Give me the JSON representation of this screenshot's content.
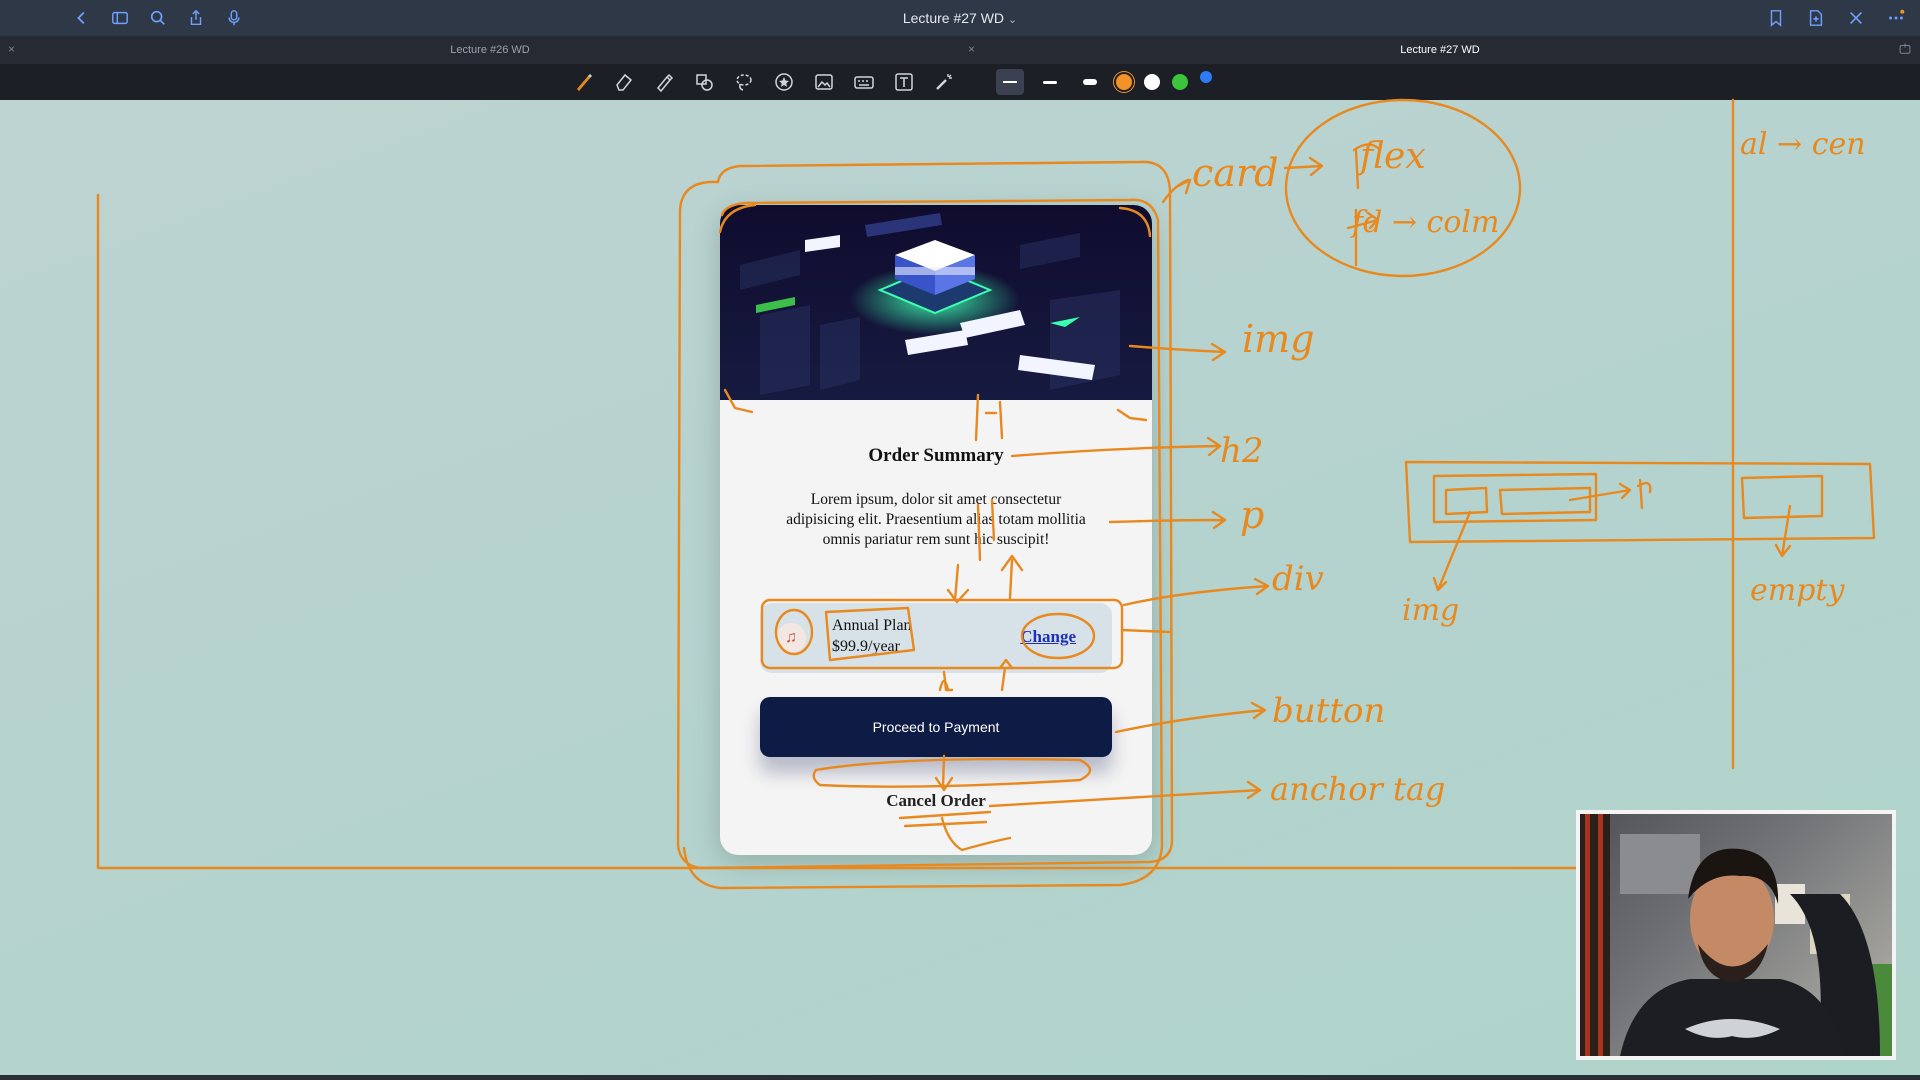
{
  "titlebar": {
    "title": "Lecture #27 WD",
    "title_chevron": "⌄",
    "icons_left": [
      "back-icon",
      "sidebar-toggle-icon",
      "search-icon",
      "share-icon",
      "microphone-icon"
    ],
    "icons_right": [
      "bookmark-icon",
      "export-icon",
      "close-icon",
      "more-icon"
    ]
  },
  "tabs": [
    {
      "label": "Lecture #26 WD",
      "active": false,
      "close": "×"
    },
    {
      "label": "Lecture #27 WD",
      "active": true,
      "close": "×"
    }
  ],
  "toolbar": {
    "tools": [
      "pen-icon",
      "eraser-icon",
      "highlighter-icon",
      "shapes-icon",
      "lasso-icon",
      "sticker-icon",
      "image-icon",
      "keyboard-icon",
      "text-box-icon",
      "laser-pointer-icon"
    ],
    "line_widths": [
      "thin",
      "medium",
      "thick"
    ],
    "colors": [
      "#f39226",
      "#ffffff",
      "#3cc43a",
      "#2d7cf6"
    ]
  },
  "card": {
    "title": "Order Summary",
    "description": "Lorem ipsum, dolor sit amet consectetur adipisicing elit. Praesentium alias totam mollitia omnis pariatur rem sunt hic suscipit!",
    "plan_name": "Annual Plan",
    "plan_price": "$99.9/year",
    "change_label": "Change",
    "pay_button": "Proceed to Payment",
    "cancel_label": "Cancel Order"
  },
  "handwritten_notes": {
    "card_label": "card",
    "flex_note": "flex",
    "fd_note": "fd → colm",
    "align_note": "al → cen",
    "img_label": "img",
    "h2_label": "h2",
    "p_label": "p",
    "div_label": "div",
    "button_label": "button",
    "anchor_label": "anchor tag",
    "img_small": "img",
    "empty_label": "empty"
  },
  "annotation_color": "#e8891f"
}
